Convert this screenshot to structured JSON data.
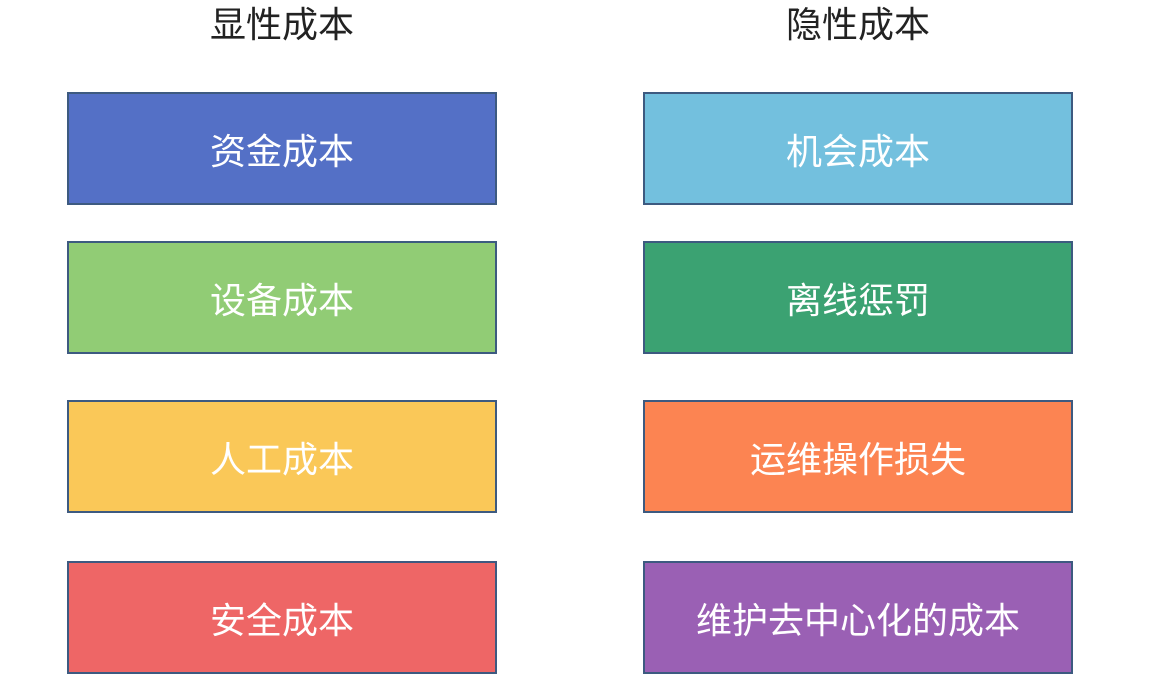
{
  "left": {
    "title": "显性成本",
    "items": [
      {
        "label": "资金成本",
        "color": "#5470c6"
      },
      {
        "label": "设备成本",
        "color": "#91cc75"
      },
      {
        "label": "人工成本",
        "color": "#fac858"
      },
      {
        "label": "安全成本",
        "color": "#ee6666"
      }
    ]
  },
  "right": {
    "title": "隐性成本",
    "items": [
      {
        "label": "机会成本",
        "color": "#73c0de"
      },
      {
        "label": "离线惩罚",
        "color": "#3ba272"
      },
      {
        "label": "运维操作损失",
        "color": "#fc8452"
      },
      {
        "label": "维护去中心化的成本",
        "color": "#9a60b4"
      }
    ]
  }
}
